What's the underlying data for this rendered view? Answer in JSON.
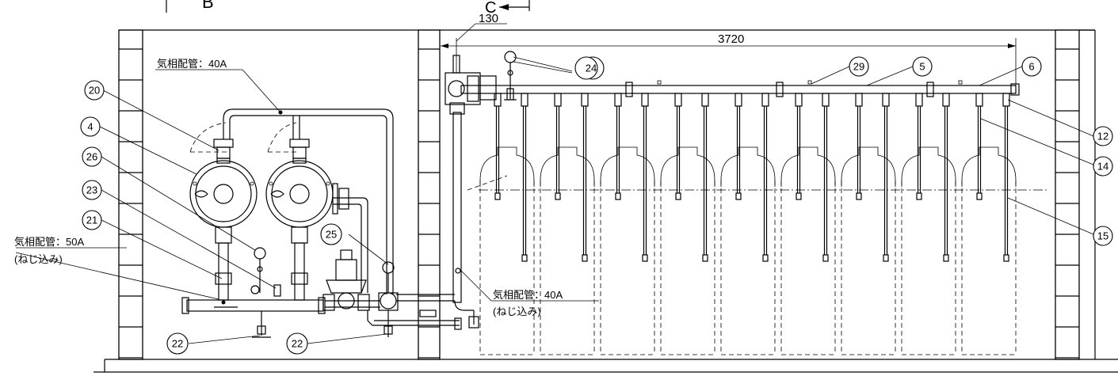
{
  "section_marks": {
    "left": "B",
    "right": "C"
  },
  "dimensions": {
    "offset": "130",
    "span": "3720"
  },
  "pipe_labels": {
    "top_left": "気相配管：40A",
    "left_main": "気相配管：50A",
    "left_main_note": "(ねじ込み)",
    "right_main": "気相配管：40A",
    "right_main_note": "(ねじ込み)"
  },
  "callouts": [
    "20",
    "4",
    "26",
    "23",
    "21",
    "22",
    "22",
    "25",
    "24",
    "29",
    "5",
    "6",
    "12",
    "14",
    "15"
  ],
  "cylinder_count": 9,
  "colors": {
    "line": "#000000",
    "background": "#ffffff"
  }
}
